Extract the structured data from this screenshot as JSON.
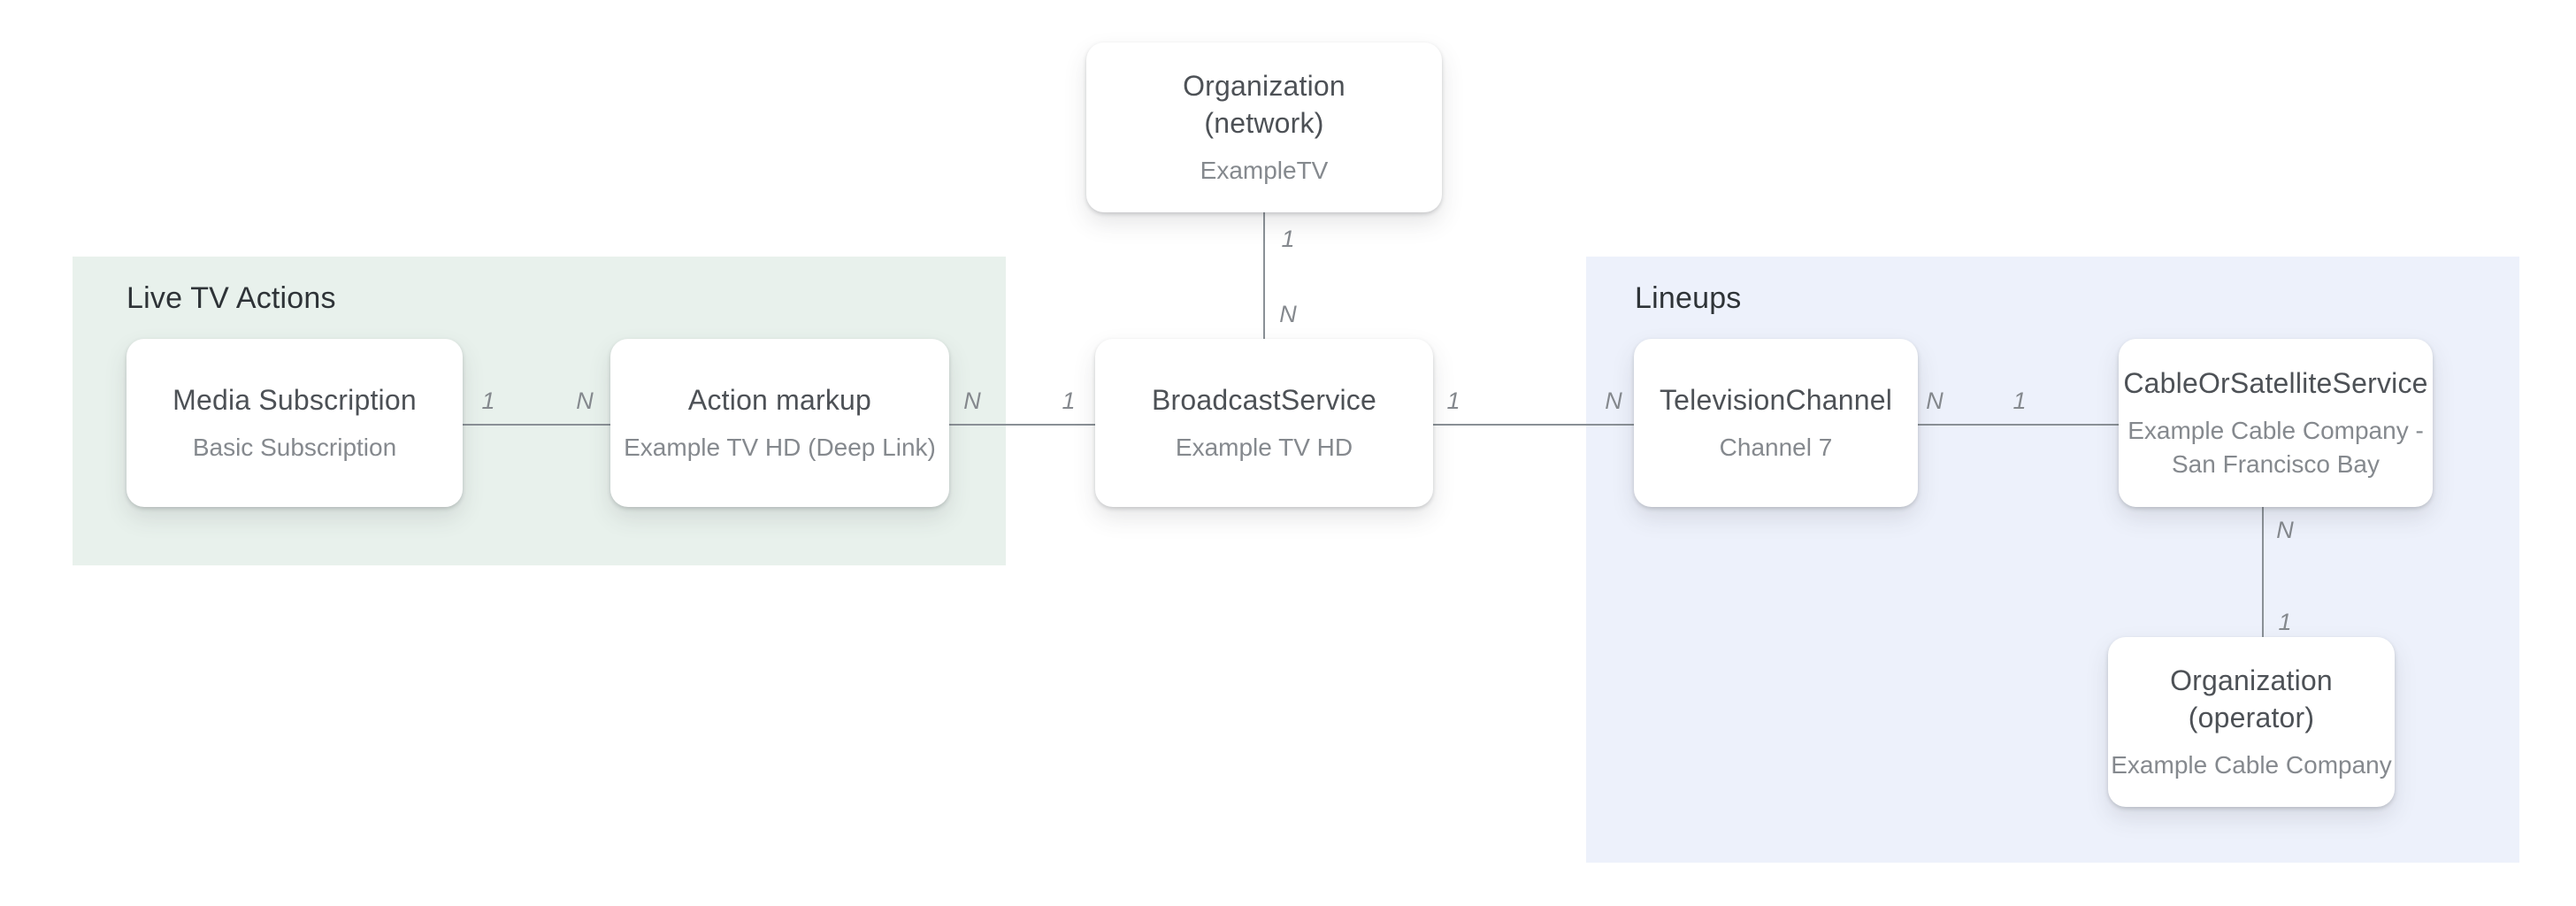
{
  "diagram": {
    "description_visible_text_only": true
  },
  "colors": {
    "page_bg": "#ffffff",
    "live_tv_actions_bg": "#e8f1ec",
    "lineups_bg": "#edf1fb",
    "node_bg": "#ffffff",
    "node_title": "#4d5156",
    "node_subtitle": "#85898e",
    "section_title": "#2e3337",
    "connector": "#8a9096",
    "cardinality_label": "#85898e"
  },
  "regions": [
    {
      "id": "live-tv-actions",
      "label": "Live TV Actions"
    },
    {
      "id": "lineups",
      "label": "Lineups"
    }
  ],
  "nodes": [
    {
      "id": "organization-network",
      "title_line1": "Organization",
      "title_line2": "(network)",
      "subtitle_line1": "ExampleTV"
    },
    {
      "id": "media-subscription",
      "title_line1": "Media Subscription",
      "subtitle_line1": "Basic Subscription"
    },
    {
      "id": "action-markup",
      "title_line1": "Action markup",
      "subtitle_line1": "Example TV HD (Deep Link)"
    },
    {
      "id": "broadcast-service",
      "title_line1": "BroadcastService",
      "subtitle_line1": "Example TV HD"
    },
    {
      "id": "television-channel",
      "title_line1": "TelevisionChannel",
      "subtitle_line1": "Channel 7"
    },
    {
      "id": "cable-or-satellite-service",
      "title_line1": "CableOrSatelliteService",
      "subtitle_line1": "Example Cable Company -",
      "subtitle_line2": "San Francisco Bay"
    },
    {
      "id": "organization-operator",
      "title_line1": "Organization (operator)",
      "subtitle_line1": "Example Cable Company"
    }
  ],
  "connectors": [
    {
      "from": "organization-network",
      "to": "broadcast-service",
      "orientation": "vertical",
      "start_label": "1",
      "end_label": "N"
    },
    {
      "from": "media-subscription",
      "to": "action-markup",
      "orientation": "horizontal",
      "start_label": "1",
      "end_label": "N"
    },
    {
      "from": "action-markup",
      "to": "broadcast-service",
      "orientation": "horizontal",
      "start_label": "N",
      "end_label": "1"
    },
    {
      "from": "broadcast-service",
      "to": "television-channel",
      "orientation": "horizontal",
      "start_label": "1",
      "end_label": "N"
    },
    {
      "from": "television-channel",
      "to": "cable-or-satellite-service",
      "orientation": "horizontal",
      "start_label": "N",
      "end_label": "1"
    },
    {
      "from": "cable-or-satellite-service",
      "to": "organization-operator",
      "orientation": "vertical",
      "start_label": "N",
      "end_label": "1"
    }
  ]
}
